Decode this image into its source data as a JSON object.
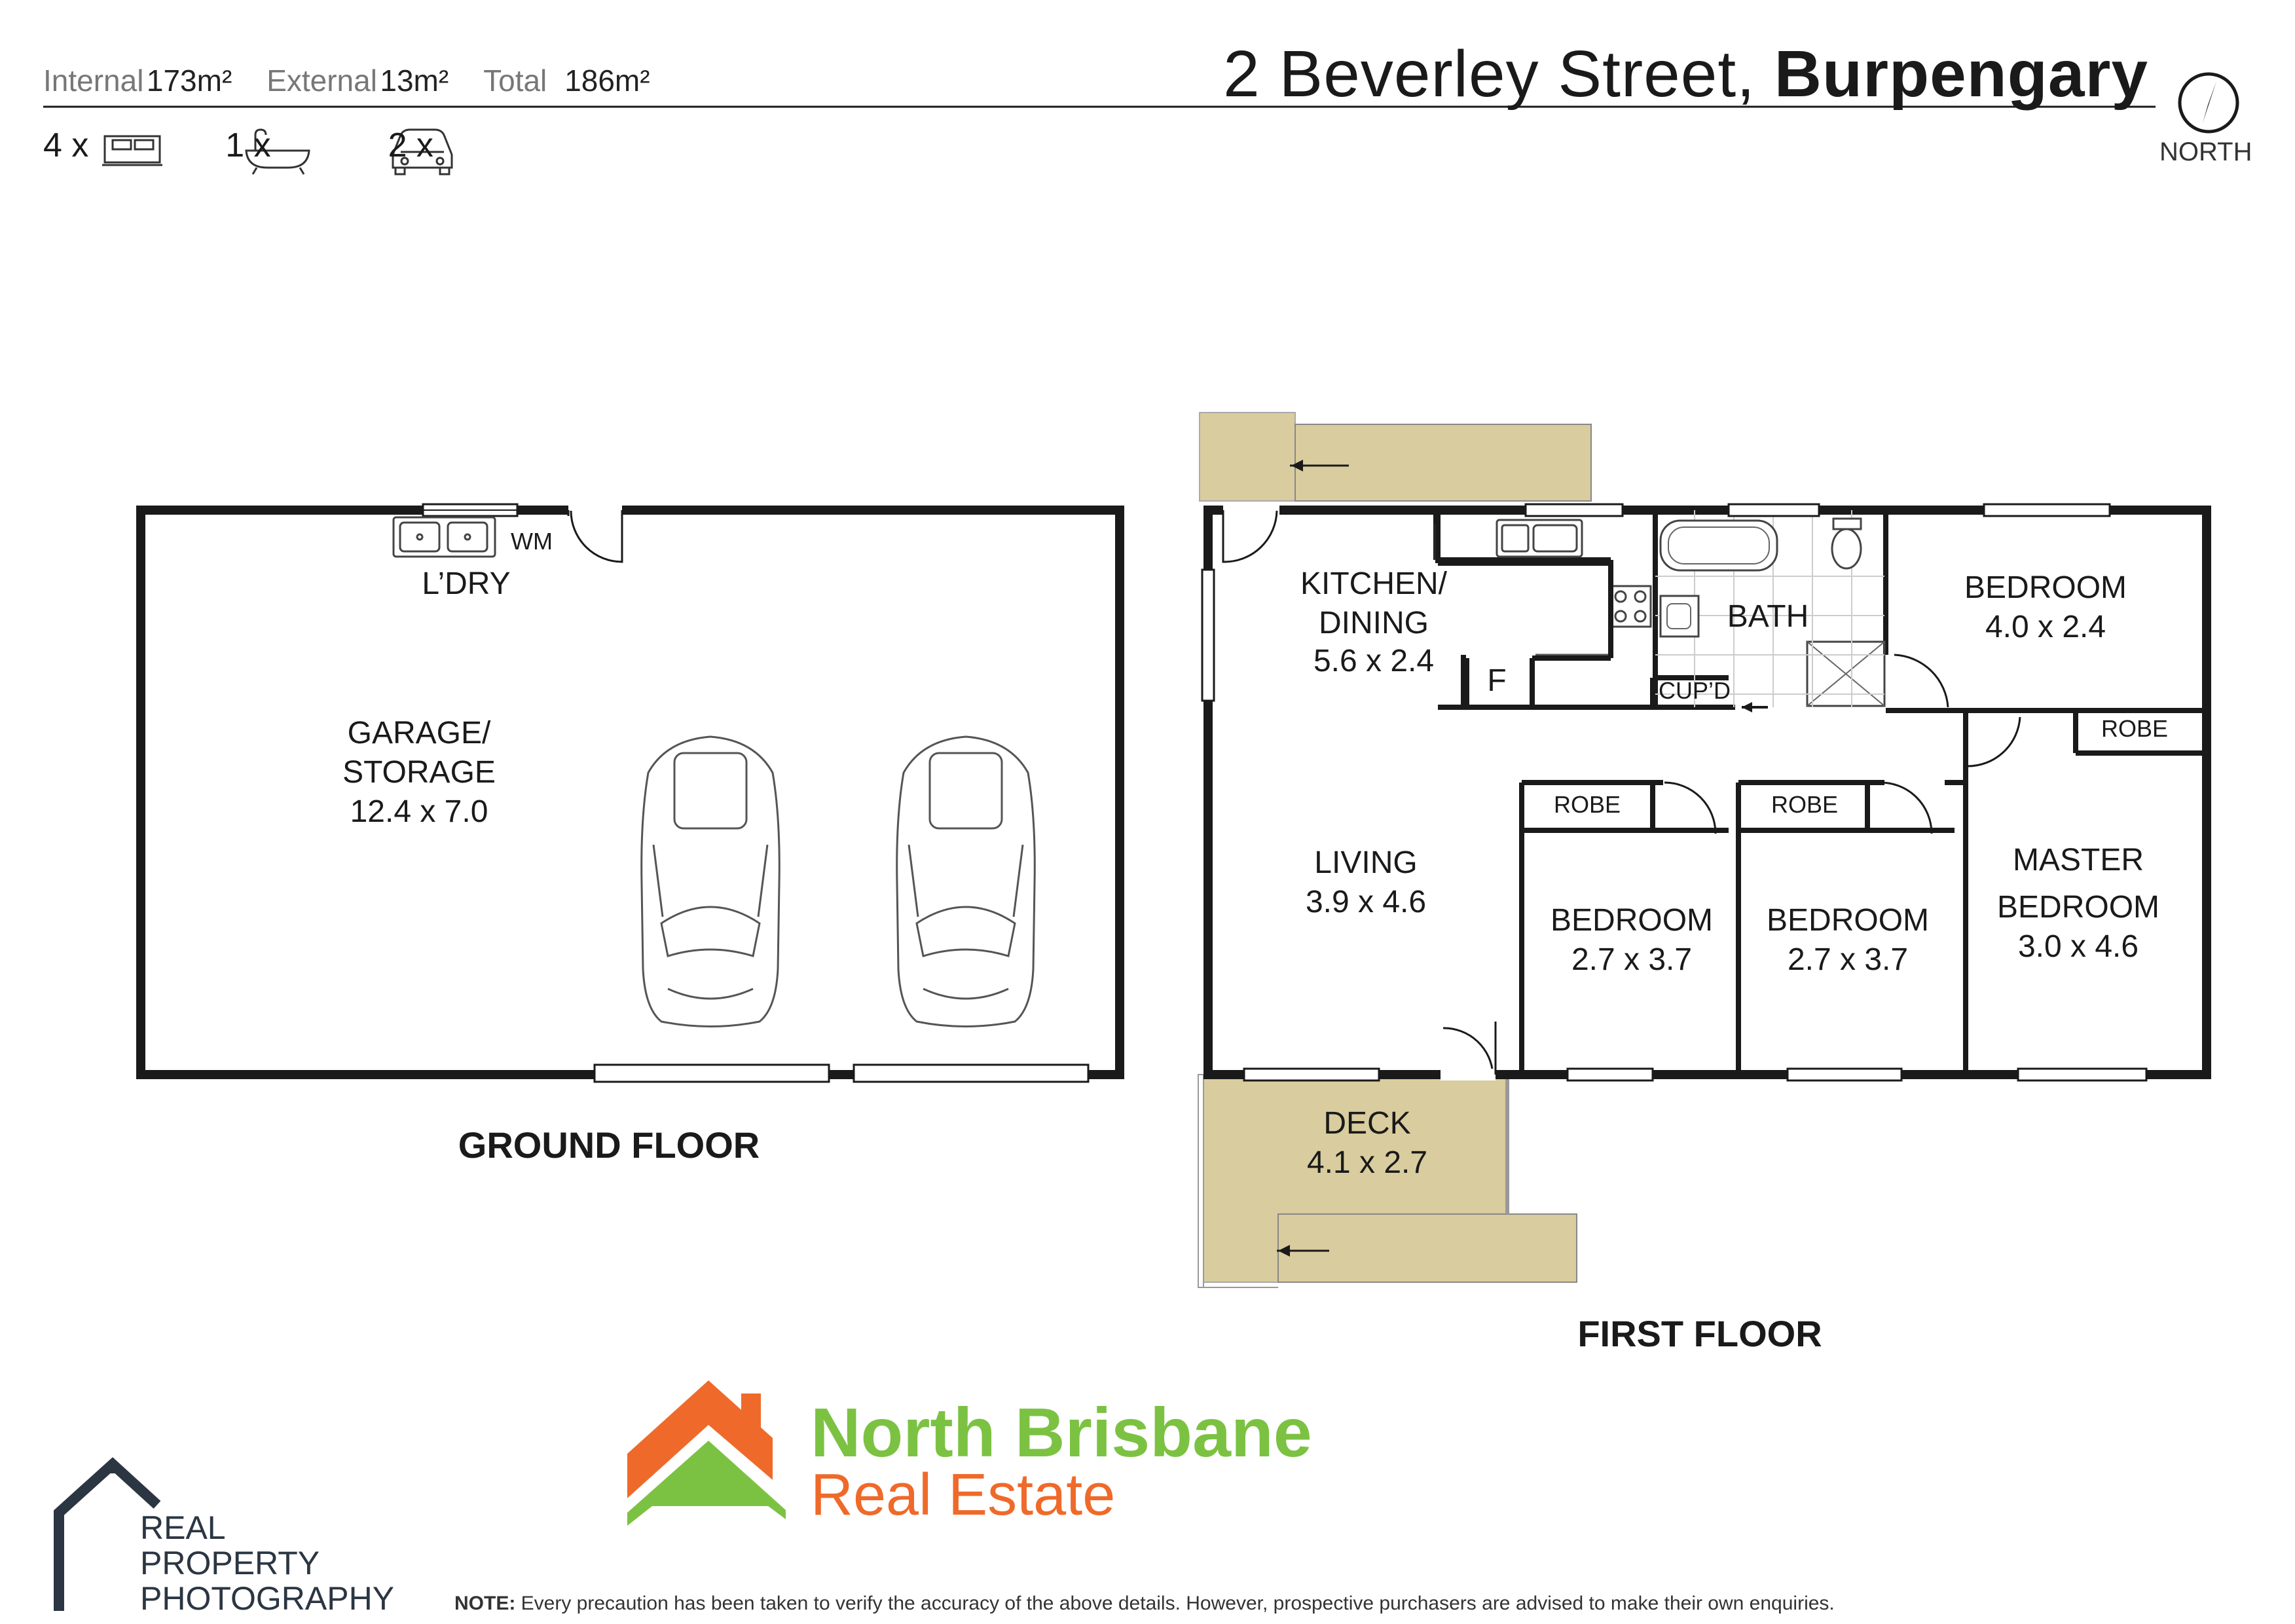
{
  "header": {
    "internal_label": "Internal",
    "internal_value": "173m²",
    "external_label": "External",
    "external_value": "13m²",
    "total_label": "Total",
    "total_value": "186m²",
    "street": "2 Beverley Street,",
    "suburb": "Burpengary",
    "north_label": "NORTH"
  },
  "counts": {
    "bedrooms": "4 x",
    "bathrooms": "1 x",
    "car_spaces": "2 x"
  },
  "icons": {
    "bed": "bed-icon",
    "bath": "bathtub-icon",
    "car": "car-icon",
    "compass": "compass-icon"
  },
  "rooms": {
    "laundry": "L’DRY",
    "wm": "WM",
    "garage_name": "GARAGE/\nSTORAGE",
    "garage_dims": "12.4 x 7.0",
    "kitchen_name": "KITCHEN/\nDINING",
    "kitchen_dims": "5.6 x 2.4",
    "fridge": "F",
    "bath": "BATH",
    "cupd": "CUP’D",
    "bed1_name": "BEDROOM",
    "bed1_dims": "4.0 x 2.4",
    "robe1": "ROBE",
    "robe2": "ROBE",
    "robe3": "ROBE",
    "living_name": "LIVING",
    "living_dims": "3.9 x 4.6",
    "bed2_name": "BEDROOM",
    "bed2_dims": "2.7 x 3.7",
    "bed3_name": "BEDROOM",
    "bed3_dims": "2.7 x 3.7",
    "master_name": "MASTER\nBEDROOM",
    "master_dims": "3.0 x 4.6",
    "deck_name": "DECK",
    "deck_dims": "4.1 x 2.7"
  },
  "floors": {
    "ground": "GROUND FLOOR",
    "first": "FIRST FLOOR"
  },
  "branding": {
    "agency_line1": "North Brisbane",
    "agency_line2": "Real Estate",
    "photographer": "REAL\nPROPERTY\nPHOTOGRAPHY"
  },
  "footer": {
    "note_label": "NOTE:",
    "note_text": " Every precaution has been taken to verify the accuracy of the above details. However, prospective purchasers are advised to make their own enquiries."
  },
  "colors": {
    "wall": "#1a1a1a",
    "deck": "#d9cc9e",
    "agency_green": "#7cc242",
    "agency_orange": "#ef6a2a",
    "rpp_navy": "#2b3642"
  }
}
